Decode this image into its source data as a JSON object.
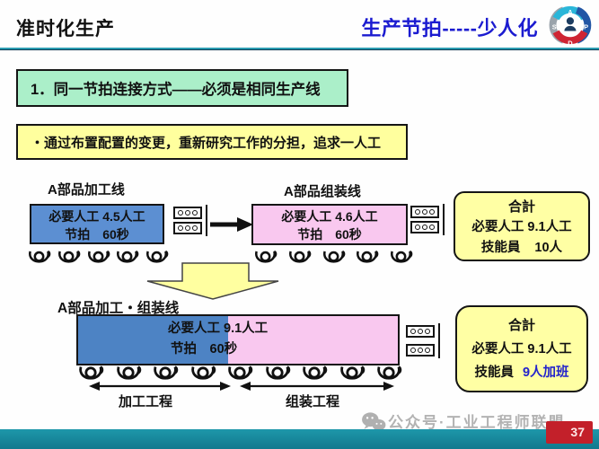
{
  "header": {
    "left_title": "准时化生产",
    "right_title": "生产节拍-----少人化",
    "logo_letters": {
      "top": "A",
      "right": "P",
      "bottom": "D",
      "left": "S"
    }
  },
  "callouts": {
    "point": "1．同一节拍连接方式——必须是相同生产线",
    "note": "・通过布置配置的变更，重新研究工作的分担，追求一人工"
  },
  "top_flow": {
    "process_line": {
      "label": "A部品加工线",
      "line1": "必要人工 4.5人工",
      "line2": "节拍　60秒"
    },
    "assembly_line": {
      "label": "A部品组装线",
      "line1": "必要人工 4.6人工",
      "line2": "节拍　60秒"
    },
    "summary": {
      "title": "合計",
      "row1": "必要人工 9.1人工",
      "row2_label": "技能員",
      "row2_value": "10人"
    }
  },
  "bottom_flow": {
    "label": "A部品加工・组装线",
    "line1": "必要人工 9.1人工",
    "line2": "节拍　60秒",
    "process_span": "加工工程",
    "assembly_span": "组装工程",
    "summary": {
      "title": "合計",
      "row1": "必要人工 9.1人工",
      "row2_label": "技能員",
      "row2_value": "9人加班"
    }
  },
  "footer": {
    "watermark": "公众号·工业工程师联盟",
    "page": "37"
  },
  "colors": {
    "title_blue": "#1b1bd0",
    "point_green": "#abefc9",
    "note_yellow": "#ffff9e",
    "process_blue": "#5c8fd2",
    "assembly_pink": "#f9c8ef",
    "summary_yellow": "#ffffa4",
    "overtime_blue": "#2323cc",
    "footer_teal": "#1b8ea1",
    "page_red": "#c3202a"
  }
}
